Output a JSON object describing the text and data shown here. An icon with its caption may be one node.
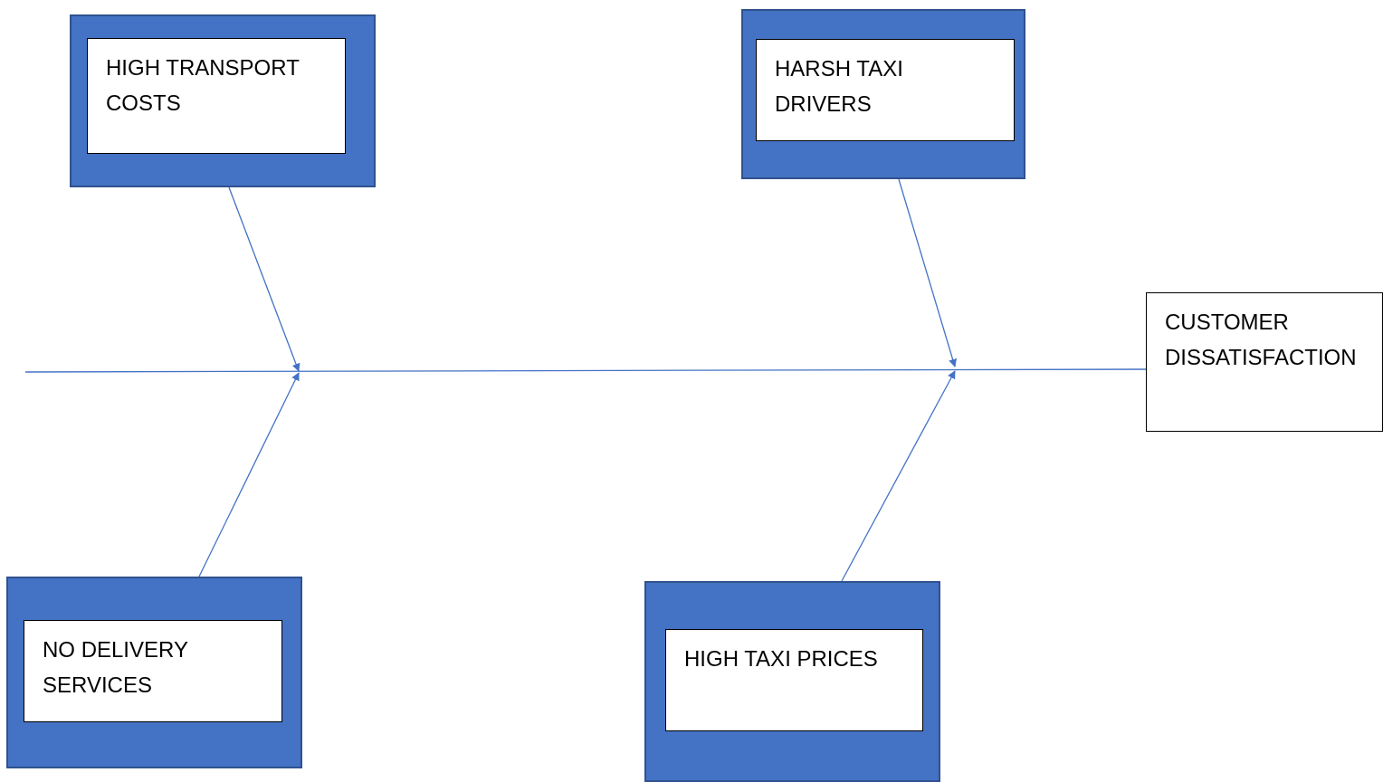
{
  "diagram": {
    "nodes": [
      {
        "text": [],
        "shape": "box"
      },
      {
        "text": [
          "HIGH TRANSPORT COSTS"
        ],
        "in": 0
      },
      {
        "text": [],
        "shape": "box"
      },
      {
        "text": [
          "HARSH TAXI DRIVERS"
        ],
        "in": 2
      },
      {
        "text": [
          "CUSTOMER DISSATISFACTION"
        ]
      },
      {
        "text": [],
        "shape": "box"
      },
      {
        "text": [
          "NO DELIVERY SERVICES"
        ],
        "in": 5
      },
      {
        "text": [],
        "shape": "box"
      },
      {
        "text": [
          "HIGH TAXI PRICES"
        ],
        "in": 7
      }
    ],
    "edges": [
      {
        "from": 0,
        "to": null,
        "arrow": "to"
      },
      {
        "from": 5,
        "to": null,
        "arrow": "to"
      },
      {
        "from": 2,
        "to": null,
        "arrow": "to"
      },
      {
        "from": 7,
        "to": null,
        "arrow": "to"
      },
      {
        "from": null,
        "to": 4,
        "arrow": "none"
      }
    ]
  }
}
